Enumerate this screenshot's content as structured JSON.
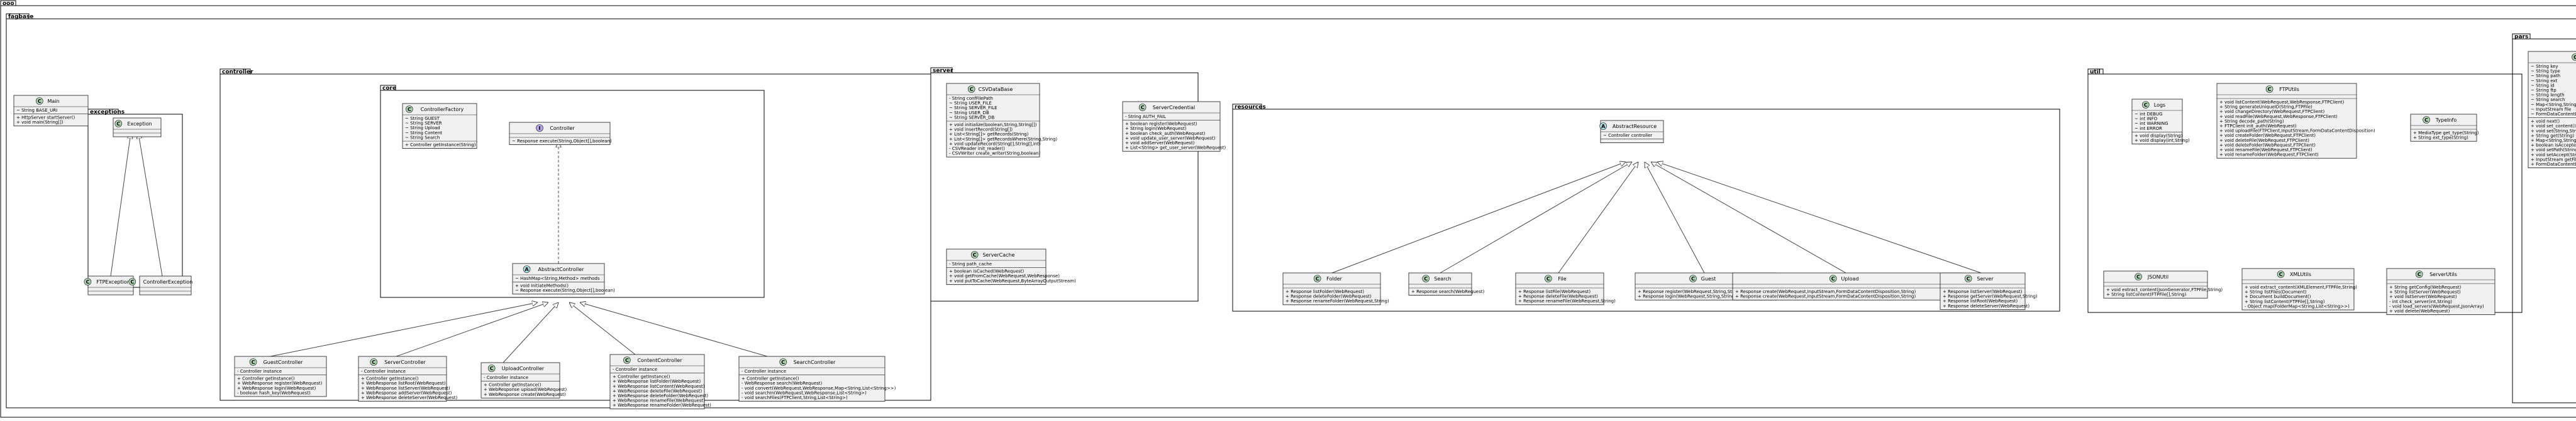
{
  "packages": {
    "root": "ooo",
    "fagbase": "fagbase",
    "exceptions": "exceptions",
    "controller": "controller",
    "core": "core",
    "server": "server",
    "resources": "resources",
    "util": "util",
    "pars": "pars"
  },
  "classes": {
    "main": {
      "name": "Main",
      "kind": "C",
      "fields": [
        "~ String BASE_URI"
      ],
      "methods": [
        "+ HttpServer startServer()",
        "+ void main(String[])"
      ]
    },
    "exception": {
      "name": "Exception",
      "kind": "C",
      "fields": [],
      "methods": []
    },
    "ftp_exception": {
      "name": "FTPException",
      "kind": "C",
      "fields": [],
      "methods": []
    },
    "controller_exception": {
      "name": "ControllerException",
      "kind": "C",
      "fields": [],
      "methods": []
    },
    "controller_factory": {
      "name": "ControllerFactory",
      "kind": "C",
      "fields": [
        "~ String GUEST",
        "~ String SERVER",
        "~ String Upload",
        "~ String Content",
        "~ String Search"
      ],
      "methods": [
        "+ Controller getInstance(String)"
      ]
    },
    "controller_iface": {
      "name": "Controller",
      "kind": "I",
      "fields": [],
      "methods": [
        "~ Response execute(String,Object[],boolean)"
      ]
    },
    "abstract_controller": {
      "name": "AbstractController",
      "kind": "A",
      "fields": [
        "~ HashMap<String,Method> methods"
      ],
      "methods": [
        "+ void InitiateMethods()",
        "~ Response execute(String,Object[],boolean)"
      ]
    },
    "guest_controller": {
      "name": "GuestController",
      "kind": "C",
      "fields": [
        "- Controller instance"
      ],
      "methods": [
        "+ Controller getInstance()",
        "+ WebResponse register(WebRequest)",
        "+ WebResponse login(WebRequest)",
        "- boolean hash_key(WebRequest)"
      ]
    },
    "server_controller": {
      "name": "ServerController",
      "kind": "C",
      "fields": [
        "- Controller instance"
      ],
      "methods": [
        "+ Controller getInstance()",
        "+ WebResponse listRoot(WebRequest)",
        "+ WebResponse listServer(WebRequest)",
        "+ WebResponse addServer(WebRequest)",
        "+ WebResponse deleteServer(WebRequest)"
      ]
    },
    "upload_controller": {
      "name": "UploadController",
      "kind": "C",
      "fields": [
        "- Controller instance"
      ],
      "methods": [
        "+ Controller getInstance()",
        "+ WebResponse upload(WebRequest)",
        "+ WebResponse create(WebRequest)"
      ]
    },
    "content_controller": {
      "name": "ContentController",
      "kind": "C",
      "fields": [
        "- Controller instance"
      ],
      "methods": [
        "+ Controller getInstance()",
        "+ WebResponse listFolder(WebRequest)",
        "+ WebResponse listContent(WebRequest)",
        "+ WebResponse deleteFile(WebRequest)",
        "+ WebResponse deleteFolder(WebRequest)",
        "+ WebResponse renameFile(WebRequest)",
        "+ WebResponse renameFolder(WebRequest)"
      ]
    },
    "search_controller": {
      "name": "SearchController",
      "kind": "C",
      "fields": [
        "- Controller instance"
      ],
      "methods": [
        "+ Controller getInstance()",
        "- WebResponse search(WebRequest)",
        "- void convert(WebRequest,WebResponse,Map<String,List<String>>)",
        "- void searchIn(WebRequest,WebResponse,List<String>)",
        "- void searchFiles(FTPClient,String,List<String>)"
      ]
    },
    "csv_database": {
      "name": "CSVDataBase",
      "kind": "C",
      "fields": [
        "- String confFilePath",
        "~ String USER_FILE",
        "~ String SERVER_FILE",
        "~ String USER_DB",
        "~ String SERVER_DB"
      ],
      "methods": [
        "+ void initialize(boolean,String,String[])",
        "+ void insertRecord(String[])",
        "+ List<String[]> getRecords(String)",
        "+ List<String[]> getRecordsWhere(String,String)",
        "+ void updateRecord(String[],String[],int)",
        "- CSVReader init_reader()",
        "- CSVWriter create_writer(String,boolean)"
      ]
    },
    "server_credential": {
      "name": "ServerCredential",
      "kind": "C",
      "fields": [
        "- String AUTH_FAIL"
      ],
      "methods": [
        "+ boolean register(WebRequest)",
        "+ String login(WebRequest)",
        "+ boolean check_auth(WebRequest)",
        "+ void update_user_server(WebRequest)",
        "+ void addServer(WebRequest)",
        "+ List<String> get_user_server(WebRequest)"
      ]
    },
    "server_cache": {
      "name": "ServerCache",
      "kind": "C",
      "fields": [
        "- String path_cache"
      ],
      "methods": [
        "+ boolean isCached(WebRequest)",
        "+ void getFromCache(WebRequest,WebResponse)",
        "+ void putToCache(WebRequest,ByteArrayOutputStream)"
      ]
    },
    "abstract_resource": {
      "name": "AbstractResource",
      "kind": "A",
      "fields": [
        "~ Controller controller"
      ],
      "methods": []
    },
    "folder": {
      "name": "Folder",
      "kind": "C",
      "fields": [],
      "methods": [
        "+ Response listFolder(WebRequest)",
        "+ Response deleteFolder(WebRequest)",
        "+ Response renameFolder(WebRequest,String)"
      ]
    },
    "search": {
      "name": "Search",
      "kind": "C",
      "fields": [],
      "methods": [
        "+ Response search(WebRequest)"
      ]
    },
    "file": {
      "name": "File",
      "kind": "C",
      "fields": [],
      "methods": [
        "+ Response listFile(WebRequest)",
        "+ Response deleteFile(WebRequest)",
        "+ Response renameFile(WebRequest,String)"
      ]
    },
    "guest": {
      "name": "Guest",
      "kind": "C",
      "fields": [],
      "methods": [
        "+ Response register(WebRequest,String,String,String)",
        "+ Response login(WebRequest,String,String)"
      ]
    },
    "upload": {
      "name": "Upload",
      "kind": "C",
      "fields": [],
      "methods": [
        "+ Response create(WebRequest,InputStream,FormDataContentDisposition,String)",
        "+ Response create(WebRequest,InputStream,FormDataContentDisposition,String)"
      ]
    },
    "server": {
      "name": "Server",
      "kind": "C",
      "fields": [],
      "methods": [
        "+ Response listServer(WebRequest)",
        "+ Response getServer(WebRequest,String)",
        "+ Response listRoot(WebRequest)",
        "+ Response deleteServer(WebRequest)"
      ]
    },
    "logs": {
      "name": "Logs",
      "kind": "C",
      "fields": [
        "~ int DEBUG",
        "~ int INFO",
        "~ int WARNING",
        "~ int ERROR"
      ],
      "methods": [
        "+ void display(String)",
        "+ void display(int,String)"
      ]
    },
    "ftp_utils": {
      "name": "FTPUtils",
      "kind": "C",
      "fields": [],
      "methods": [
        "+ void listContent(WebRequest,WebResponse,FTPClient)",
        "+ String generateUniqueID(String,FTPFile)",
        "+ void changeDirectory(WebRequest,FTPClient)",
        "+ void readFile(WebRequest,WebResponse,FTPClient)",
        "+ String decode_path(String)",
        "+ FTPClient init_auth(WebRequest)",
        "+ void uploadFile(FTPClient,InputStream,FormDataContentDisposition)",
        "+ void createFolder(WebRequest,FTPClient)",
        "+ void deleteFile(WebRequest,FTPClient)",
        "+ void deleteFolder(WebRequest,FTPClient)",
        "+ void renameFile(WebRequest,FTPClient)",
        "+ void renameFolder(WebRequest,FTPClient)"
      ]
    },
    "type_info": {
      "name": "TypeInfo",
      "kind": "C",
      "fields": [],
      "methods": [
        "+ MediaType get_type(String)",
        "+ String ext_type(String)"
      ]
    },
    "json_util": {
      "name": "JSONUtil",
      "kind": "C",
      "fields": [],
      "methods": [
        "+ void extract_content(JsonGenerator,FTPFile,String)",
        "+ String listContent(FTPFile[],String)"
      ]
    },
    "xml_util": {
      "name": "XMLUtils",
      "kind": "C",
      "fields": [],
      "methods": [
        "+ void extract_content(XMLElement,FTPFile,String)",
        "+ String listFiles(Document)",
        "+ Document buildDocument()",
        "+ String listContent(FTPFile[],String)",
        "- Object map(FolderMap<String,List<String>>)"
      ]
    },
    "server_utils": {
      "name": "ServerUtils",
      "kind": "C",
      "fields": [],
      "methods": [
        "+ String getConfig(WebRequest)",
        "+ String listServer(WebRequest)",
        "+ void listServer(WebRequest)",
        "- int check_server(int,String)",
        "- void load_servers(WebRequest,JsonArray)",
        "+ void delete(WebRequest)"
      ]
    },
    "pars_class": {
      "name": "",
      "kind": "C",
      "fields": [
        "~ String key",
        "~ String type",
        "~ String path",
        "~ String ext",
        "~ String id",
        "~ String ftp",
        "~ String length",
        "~ String search",
        "~ Map<String,String>",
        "~ InputStream file",
        "~ FormDataContentD"
      ],
      "methods": [
        "+ void next()",
        "+ void set_content()",
        "+ void set(String,Strin",
        "+ String get(String)",
        "+ Map<String,String>",
        "+ boolean isAccepted",
        "+ void setPath(String",
        "+ void setAccept(Str",
        "+ InputStream getFile",
        "+ FormDataContentD"
      ]
    }
  }
}
